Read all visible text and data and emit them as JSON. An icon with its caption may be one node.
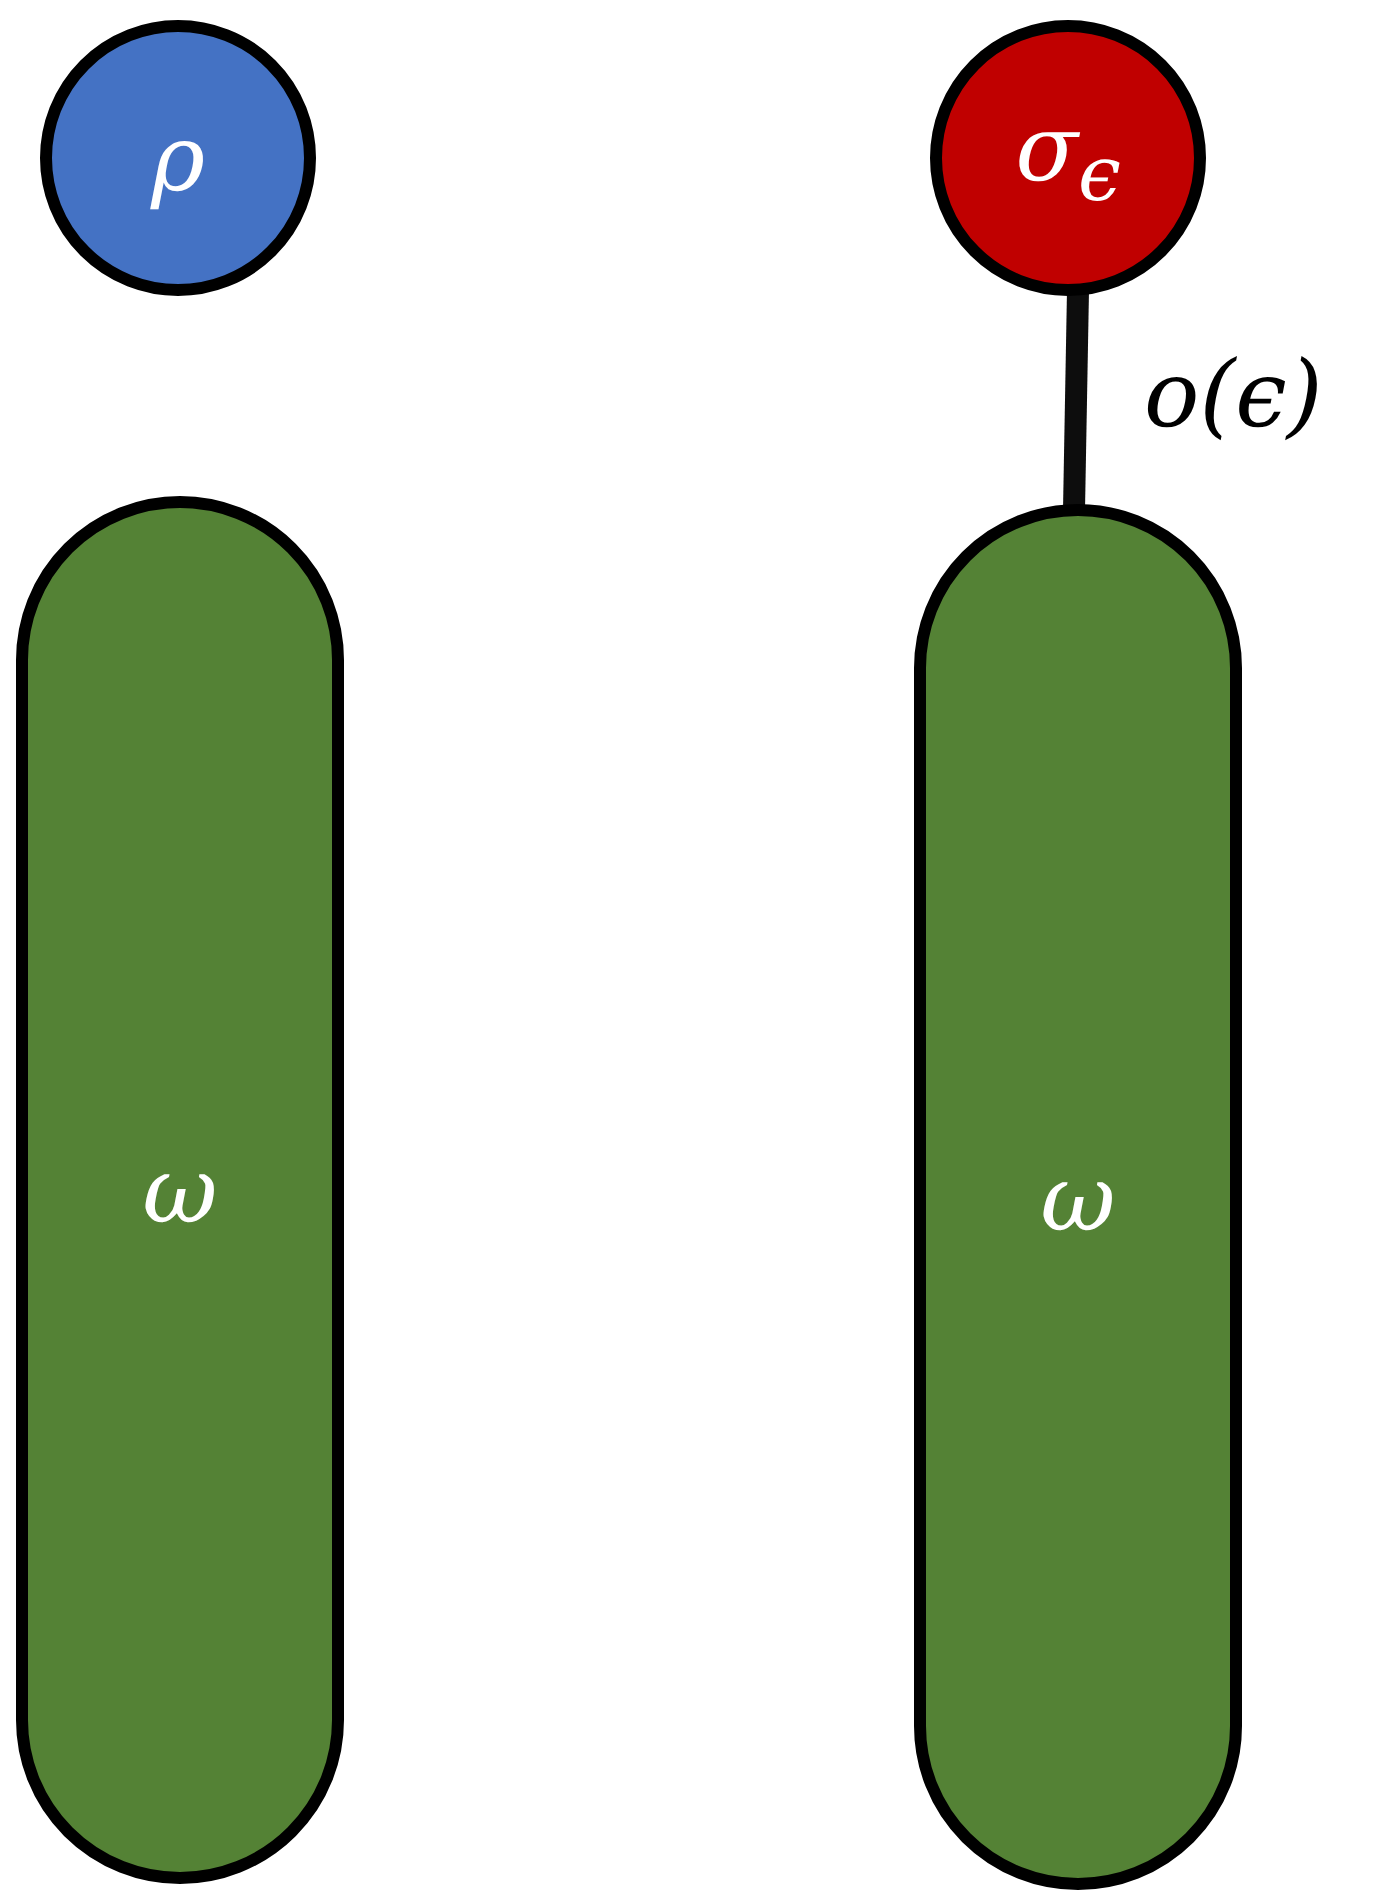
{
  "diagram": {
    "nodes": [
      {
        "text": [
          "ρ"
        ]
      },
      {
        "text": [
          "σ$_{ϵ}$"
        ]
      },
      {
        "text": [
          "ω"
        ]
      },
      {
        "text": [
          "ω"
        ]
      }
    ],
    "edges": [
      {
        "from": 1,
        "to": 3,
        "arrow": "none",
        "label": "o(ϵ)"
      }
    ]
  }
}
